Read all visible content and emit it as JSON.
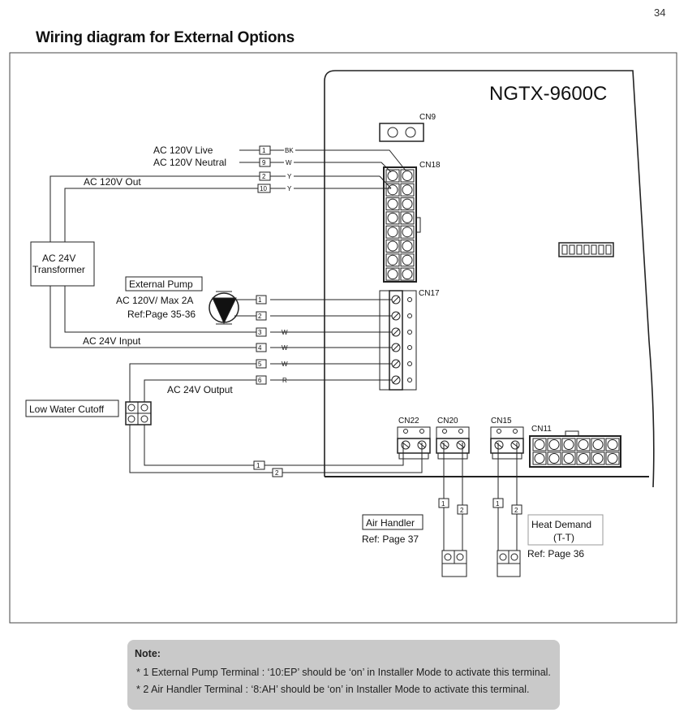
{
  "page_number": "34",
  "title": "Wiring diagram for External Options",
  "board": {
    "model": "NGTX-9600C",
    "connectors": [
      "CN9",
      "CN18",
      "CN17",
      "CN22",
      "CN20",
      "CN15",
      "CN11"
    ]
  },
  "wires": {
    "ac120_live": {
      "label": "AC 120V Live",
      "terminal": "1",
      "color": "BK"
    },
    "ac120_neutral": {
      "label": "AC 120V Neutral",
      "terminal": "9",
      "color": "W"
    },
    "ac120_out": {
      "label": "AC 120V Out",
      "terminals": [
        "2",
        "10"
      ],
      "color": "Y"
    },
    "transformer": "AC 24V Transformer",
    "transformer_l1": "AC 24V",
    "transformer_l2": "Transformer",
    "pump": {
      "label": "External Pump",
      "spec": "AC 120V/ Max 2A",
      "ref": "Ref:Page 35-36",
      "terminals": [
        "1",
        "2"
      ]
    },
    "ac24_input": {
      "label": "AC 24V Input",
      "terminals": [
        "3",
        "4"
      ],
      "color": "W"
    },
    "ac24_output": {
      "label": "AC 24V Output",
      "terminals": [
        "5",
        "6"
      ],
      "colors": [
        "W",
        "R"
      ]
    },
    "low_water_cutoff": "Low Water Cutoff",
    "cn22_terminals": [
      "1",
      "2"
    ],
    "air_handler": {
      "label": "Air Handler",
      "ref": "Ref: Page 37",
      "terminals": [
        "1",
        "2"
      ]
    },
    "heat_demand": {
      "label": "Heat Demand",
      "sub": "(T-T)",
      "ref": "Ref: Page 36",
      "terminals": [
        "1",
        "2"
      ]
    }
  },
  "note": {
    "title": "Note:",
    "lines": [
      "* 1 External Pump Terminal : ‘10:EP’ should be ‘on’ in Installer Mode to activate this terminal.",
      "* 2 Air Handler Terminal : ‘8:AH’ should be ‘on’ in Installer Mode to activate this terminal."
    ]
  }
}
